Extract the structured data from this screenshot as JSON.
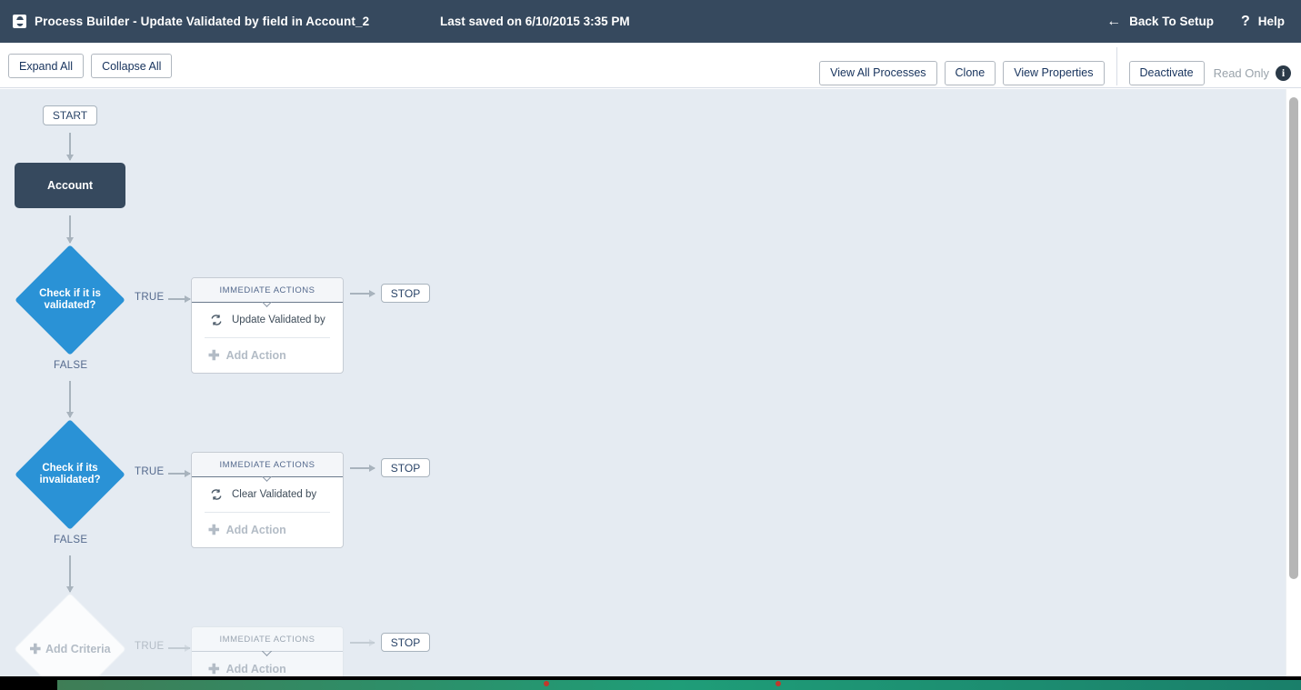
{
  "header": {
    "app_icon": "process-builder-icon",
    "title": "Process Builder - Update Validated by field in Account_2",
    "last_saved": "Last saved on 6/10/2015 3:35 PM",
    "back_to_setup": "Back To Setup",
    "back_arrow_glyph": "←",
    "help": "Help",
    "help_glyph": "?",
    "bg_color": "#36495e"
  },
  "toolbar": {
    "expand_all": "Expand All",
    "collapse_all": "Collapse All",
    "view_all_processes": "View All Processes",
    "clone": "Clone",
    "view_properties": "View Properties",
    "deactivate": "Deactivate",
    "read_only": "Read Only",
    "info_glyph": "i"
  },
  "canvas": {
    "start_label": "START",
    "object_label": "Account",
    "accent_color": "#2a92d6",
    "node_color": "#36495e",
    "background": "#e5ebf2",
    "groups": [
      {
        "criteria_label": "Check if it is\nvalidated?",
        "criteria_line1": "Check if it is",
        "criteria_line2": "validated?",
        "true_label": "TRUE",
        "false_label": "FALSE",
        "panel_header": "IMMEDIATE ACTIONS",
        "action_name": "Update Validated by",
        "action_icon": "sync-icon",
        "add_action_label": "Add Action",
        "stop_label": "STOP",
        "ghost": false
      },
      {
        "criteria_label": "Check if its\ninvalidated?",
        "criteria_line1": "Check if its",
        "criteria_line2": "invalidated?",
        "true_label": "TRUE",
        "false_label": "FALSE",
        "panel_header": "IMMEDIATE ACTIONS",
        "action_name": "Clear Validated by",
        "action_icon": "sync-icon",
        "add_action_label": "Add Action",
        "stop_label": "STOP",
        "ghost": false
      },
      {
        "criteria_label": "Add Criteria",
        "true_label": "TRUE",
        "panel_header": "IMMEDIATE ACTIONS",
        "add_action_label": "Add Action",
        "stop_label": "STOP",
        "ghost": true
      }
    ]
  }
}
